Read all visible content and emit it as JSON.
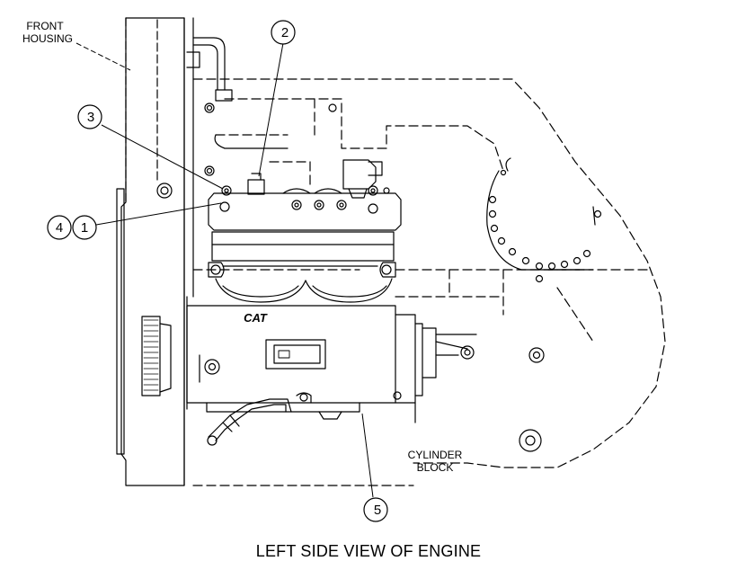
{
  "labels": {
    "front_housing_line1": "FRONT",
    "front_housing_line2": "HOUSING",
    "cylinder_block_line1": "CYLINDER",
    "cylinder_block_line2": "BLOCK",
    "cat_logo": "CAT"
  },
  "callouts": {
    "c1": "1",
    "c2": "2",
    "c3": "3",
    "c4": "4",
    "c5": "5"
  },
  "caption": "LEFT SIDE VIEW OF ENGINE"
}
